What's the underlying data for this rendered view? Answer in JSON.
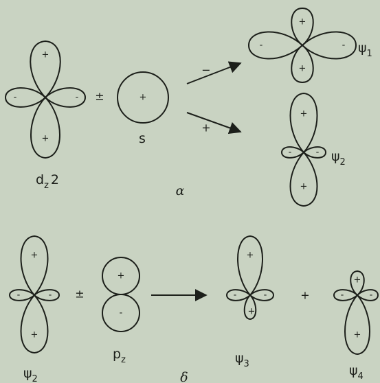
{
  "signs": {
    "plus": "+",
    "minus": "-",
    "plus_minus": "±"
  },
  "arrows": {
    "upper_sign": "−",
    "lower_sign": "+"
  },
  "labels": {
    "dz2_main": "d",
    "dz2_sub": "z",
    "dz2_power": "2",
    "s": "s",
    "psi": "ψ",
    "psi1_sub": "1",
    "psi2_sub": "2",
    "psi3_sub": "3",
    "psi4_sub": "4",
    "pz_main": "p",
    "pz_sub": "z",
    "caption_a": "α",
    "caption_b": "δ"
  },
  "operators": {
    "plus_between": "+"
  }
}
